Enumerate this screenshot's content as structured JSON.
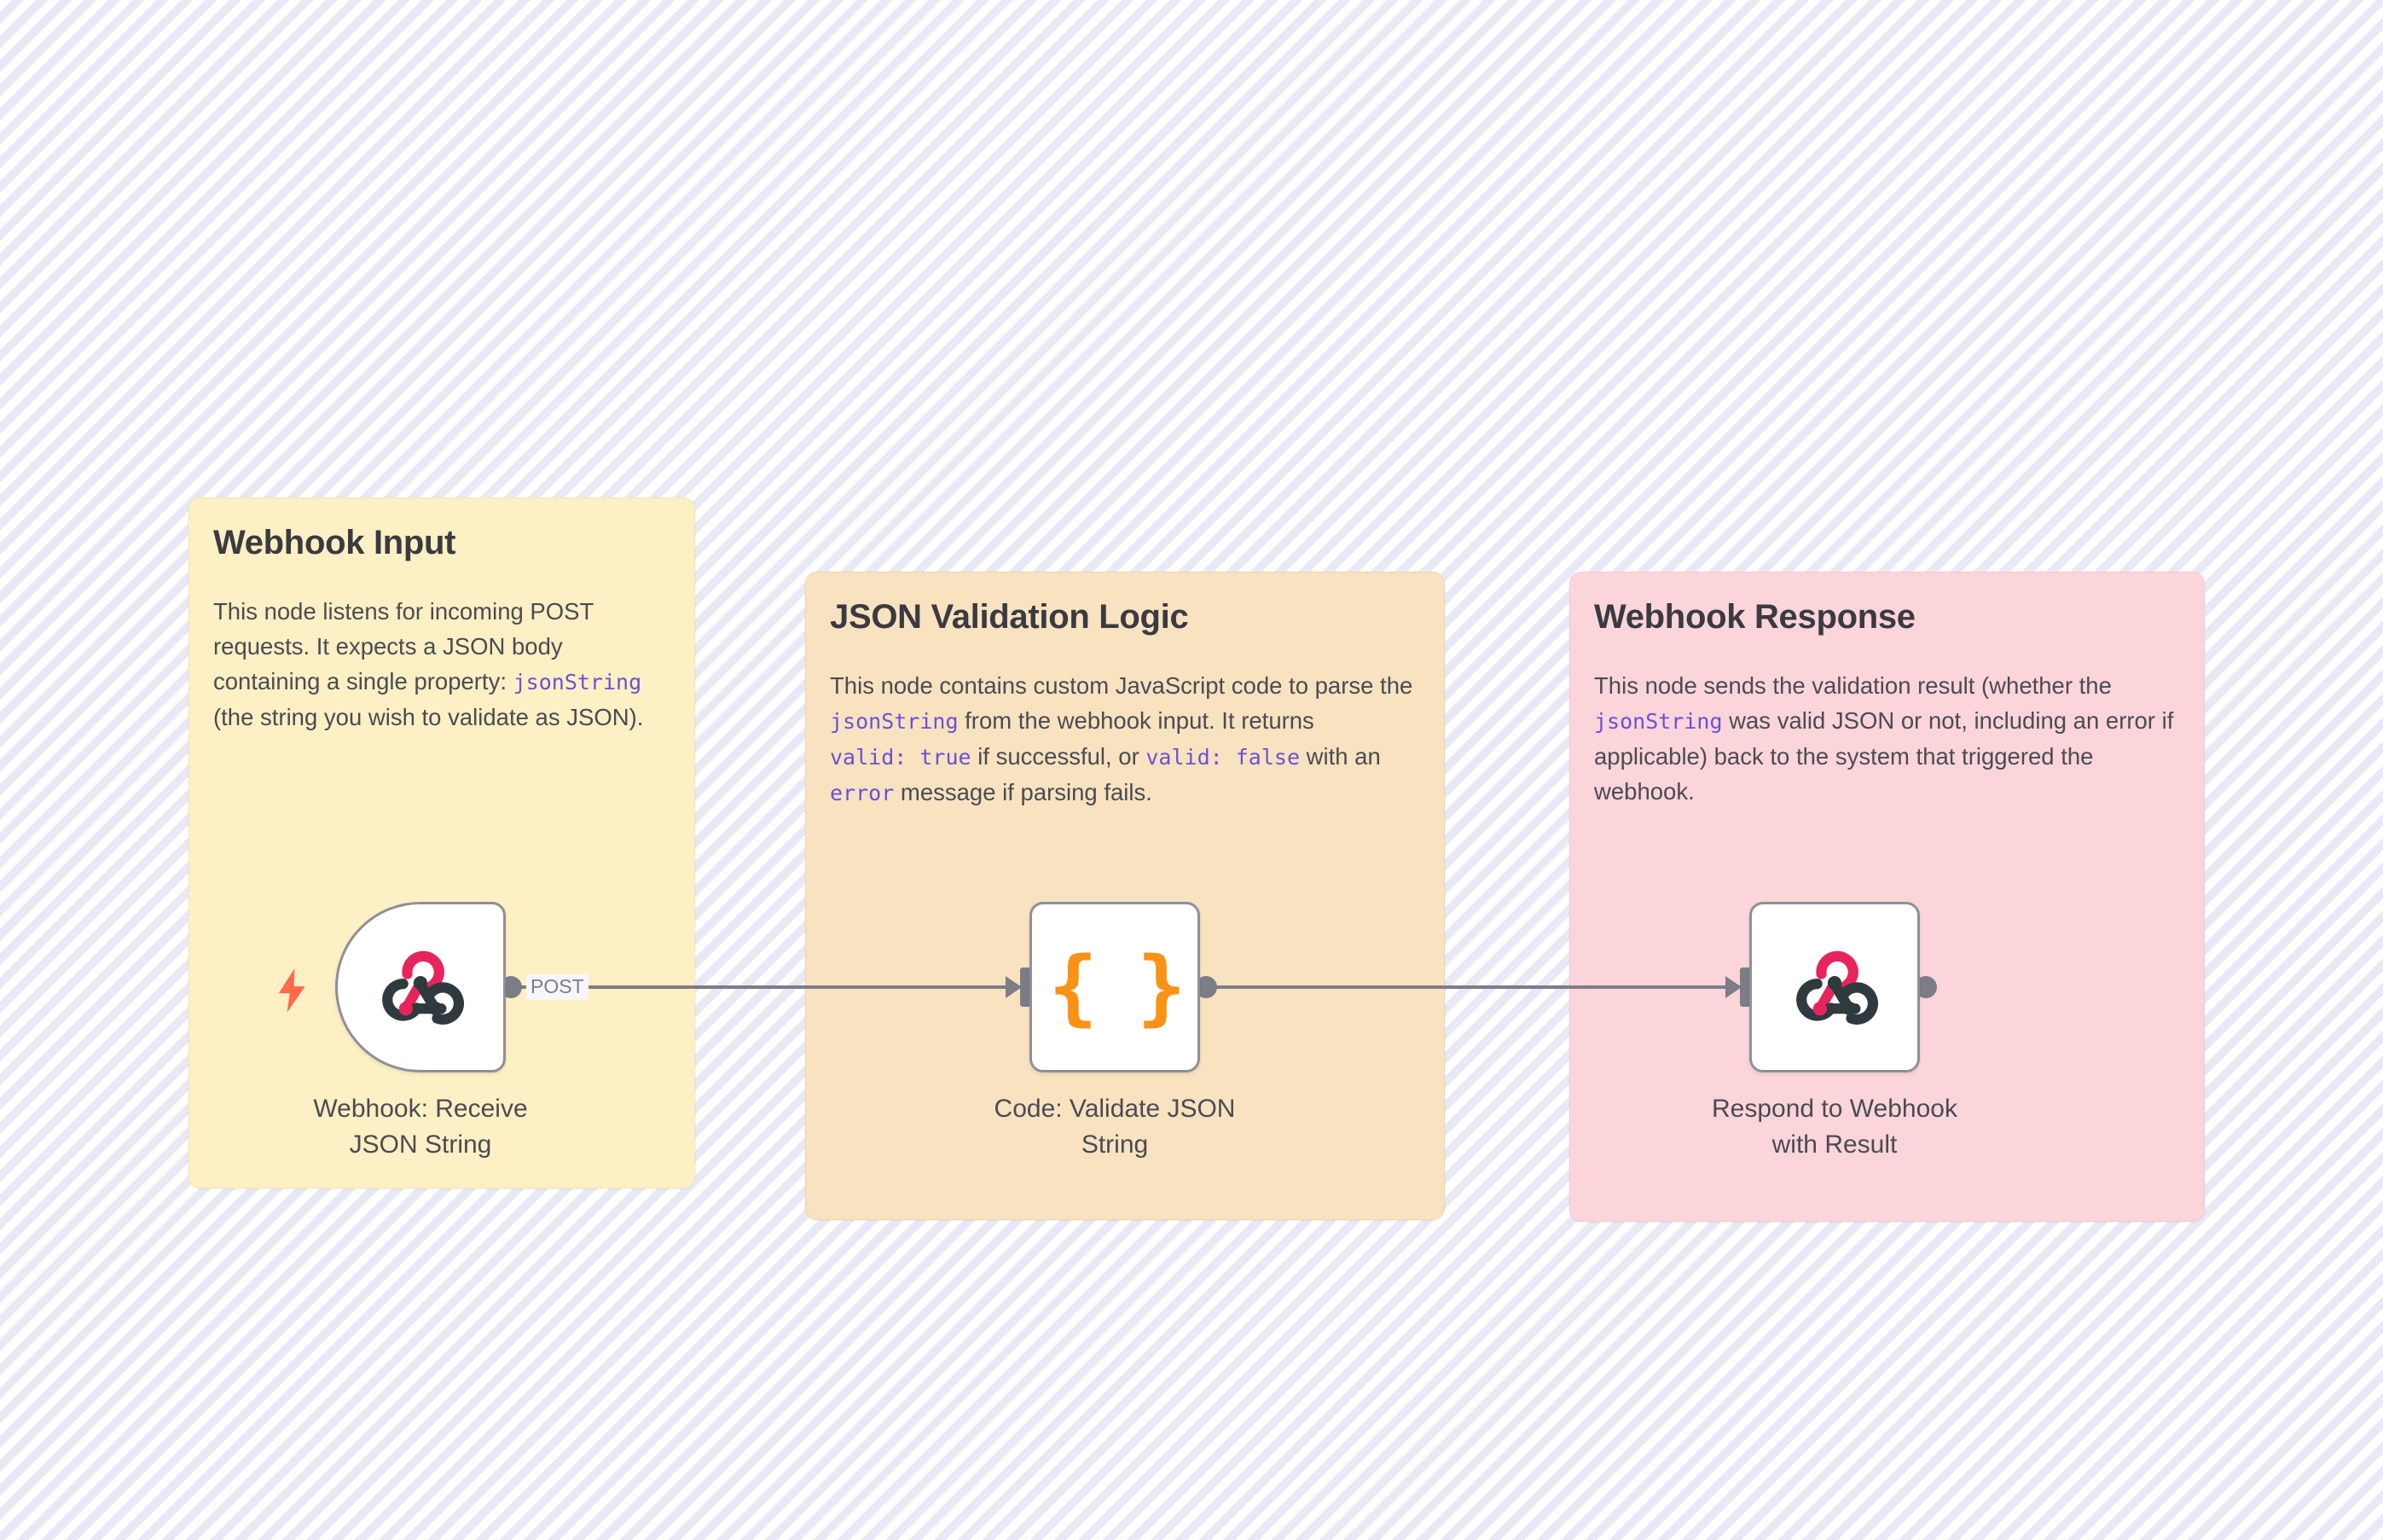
{
  "canvas": {
    "background_color": "#fbfbfe",
    "stripe_color": "#e8e9f5"
  },
  "sticky_notes": [
    {
      "id": "webhook-input",
      "title": "Webhook Input",
      "color": "#fdf0c4",
      "body_parts": [
        {
          "type": "text",
          "value": "This node listens for incoming POST requests. It expects a JSON body containing a single property: "
        },
        {
          "type": "code",
          "value": "jsonString"
        },
        {
          "type": "text",
          "value": " (the string you wish to validate as JSON)."
        }
      ]
    },
    {
      "id": "validation-logic",
      "title": "JSON Validation Logic",
      "color": "#f8e2c0",
      "body_parts": [
        {
          "type": "text",
          "value": "This node contains custom JavaScript code to parse the "
        },
        {
          "type": "code",
          "value": "jsonString"
        },
        {
          "type": "text",
          "value": " from the webhook input. It returns "
        },
        {
          "type": "code",
          "value": "valid: true"
        },
        {
          "type": "text",
          "value": " if successful, or "
        },
        {
          "type": "code",
          "value": "valid: false"
        },
        {
          "type": "text",
          "value": " with an "
        },
        {
          "type": "code",
          "value": "error"
        },
        {
          "type": "text",
          "value": " message if parsing fails."
        }
      ]
    },
    {
      "id": "webhook-response",
      "title": "Webhook Response",
      "color": "#fbd5da",
      "body_parts": [
        {
          "type": "text",
          "value": "This node sends the validation result (whether the "
        },
        {
          "type": "code",
          "value": "jsonString"
        },
        {
          "type": "text",
          "value": " was valid JSON or not, including an error if applicable) back to the system that triggered the webhook."
        }
      ]
    }
  ],
  "nodes": [
    {
      "id": "webhook-receive",
      "label": "Webhook: Receive JSON String",
      "icon": "webhook-icon",
      "kind": "trigger",
      "has_trigger_bolt": true,
      "bolt_color": "#ff6a4d",
      "icon_colors": {
        "accent": "#e8245c",
        "dark": "#2f3a3f"
      }
    },
    {
      "id": "code-validate",
      "label": "Code: Validate JSON String",
      "icon": "code-braces-icon",
      "kind": "action",
      "has_trigger_bolt": false,
      "icon_text": "{ }",
      "icon_colors": {
        "accent": "#fa9215"
      }
    },
    {
      "id": "respond-webhook",
      "label": "Respond to Webhook with Result",
      "icon": "webhook-icon",
      "kind": "action",
      "has_trigger_bolt": false,
      "icon_colors": {
        "accent": "#e8245c",
        "dark": "#2f3a3f"
      }
    }
  ],
  "connections": [
    {
      "id": "webhook-to-code",
      "from": "webhook-receive",
      "to": "code-validate",
      "label": "POST"
    },
    {
      "id": "code-to-respond",
      "from": "code-validate",
      "to": "respond-webhook",
      "label": ""
    }
  ]
}
